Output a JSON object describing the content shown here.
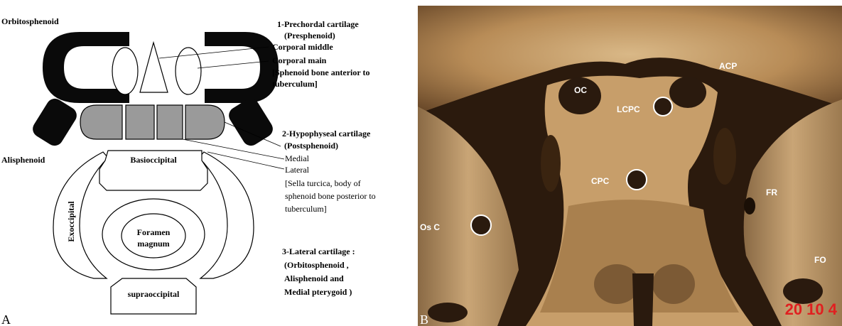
{
  "panel_a": {
    "letter": "A",
    "left_labels": {
      "orbitosphenoid": "Orbitosphenoid",
      "alisphenoid": "Alisphenoid"
    },
    "inner_labels": {
      "basioccipital": "Basioccipital",
      "exoccipital": "Exoccipital",
      "foramen_line1": "Foramen",
      "foramen_line2": "magnum",
      "supraoccipital": "supraoccipital"
    },
    "legend": {
      "c1_title": "1-Prechordal cartilage",
      "c1_sub": "(Presphenoid)",
      "c1_middle": "Corporal middle",
      "c1_main": "Corporal main",
      "c1_note_line1": "[Sphenoid bone anterior to",
      "c1_note_line2": "tuberculum]",
      "c2_title": "2-Hypophyseal cartilage",
      "c2_sub": "(Postsphenoid)",
      "c2_medial": "Medial",
      "c2_lateral": "Lateral",
      "c2_note_line1": "[Sella turcica, body of",
      "c2_note_line2": "sphenoid bone posterior to",
      "c2_note_line3": "tuberculum]",
      "c3_title": "3-Lateral cartilage :",
      "c3_line2": "(Orbitosphenoid ,",
      "c3_line3": "Alisphenoid and",
      "c3_line4": "Medial pterygoid )"
    },
    "colors": {
      "black_fill": "#0a0a0a",
      "gray_fill": "#9a9a9a"
    }
  },
  "panel_b": {
    "letter": "B",
    "labels": {
      "oc": "OC",
      "acp": "ACP",
      "lcpc": "LCPC",
      "cpc": "CPC",
      "fr": "FR",
      "osc": "Os C",
      "fo": "FO"
    },
    "date_stamp": "20 10 4",
    "colors": {
      "bone": "#b48a55",
      "shadow": "#2a1a0e",
      "date": "#e02020"
    }
  }
}
